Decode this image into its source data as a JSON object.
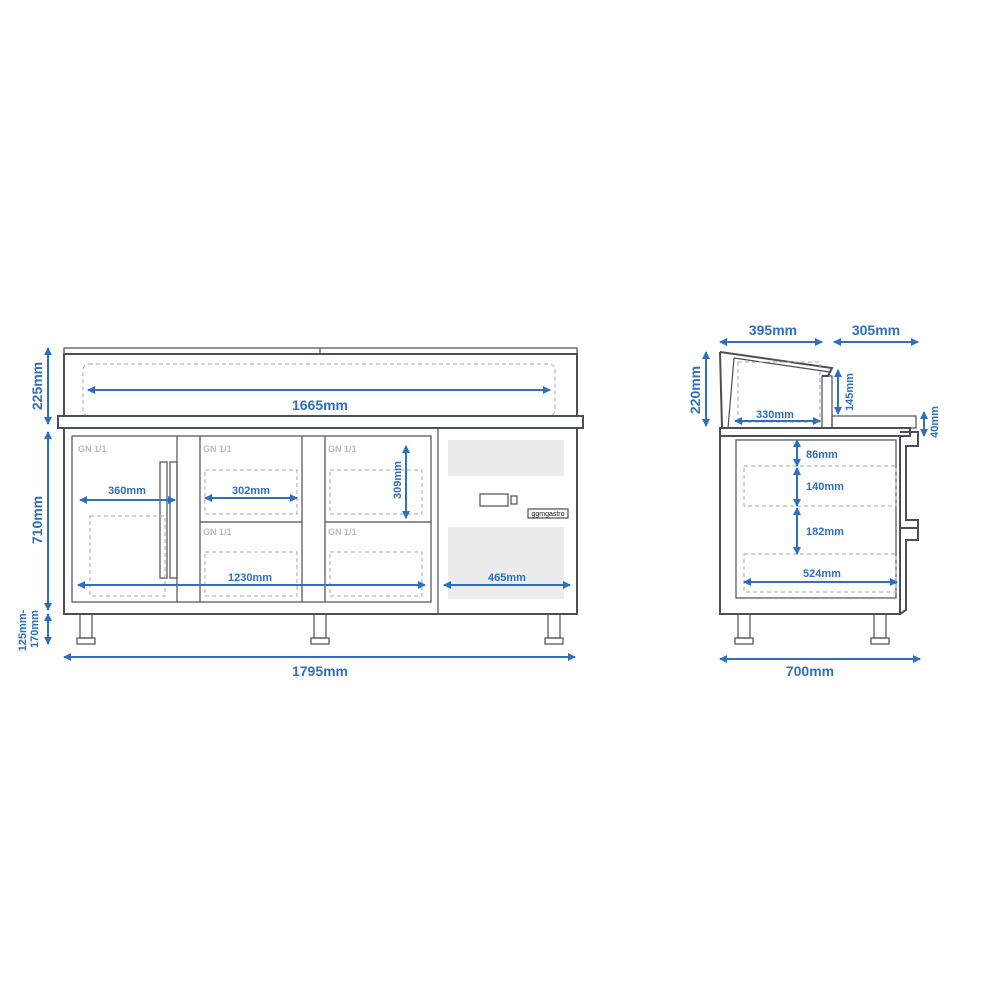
{
  "front_view": {
    "dimensions": {
      "top_height": "225mm",
      "body_height": "710mm",
      "leg_height": "125mm-\n170mm",
      "total_width": "1795mm",
      "inner_top_width": "1665mm",
      "door_compartment_width": "360mm",
      "gn_width": "302mm",
      "gn_height": "309mm",
      "cabinet_width": "1230mm",
      "engine_width": "465mm"
    },
    "gn_labels": [
      "GN 1/1",
      "GN 1/1",
      "GN 1/1",
      "GN 1/1",
      "GN 1/1"
    ],
    "brand": "ggmgastro"
  },
  "side_view": {
    "dimensions": {
      "top_depth": "395mm",
      "shelf_depth": "305mm",
      "top_height": "220mm",
      "lid_height": "145mm",
      "inner_top_depth": "330mm",
      "shelf_thickness": "40mm",
      "level1": "86mm",
      "level2": "140mm",
      "level3": "182mm",
      "inner_depth": "524mm",
      "total_depth": "700mm"
    }
  },
  "colors": {
    "dimension": "#2f6fc0",
    "outline": "#4a4f55",
    "panel": "#ececec"
  }
}
